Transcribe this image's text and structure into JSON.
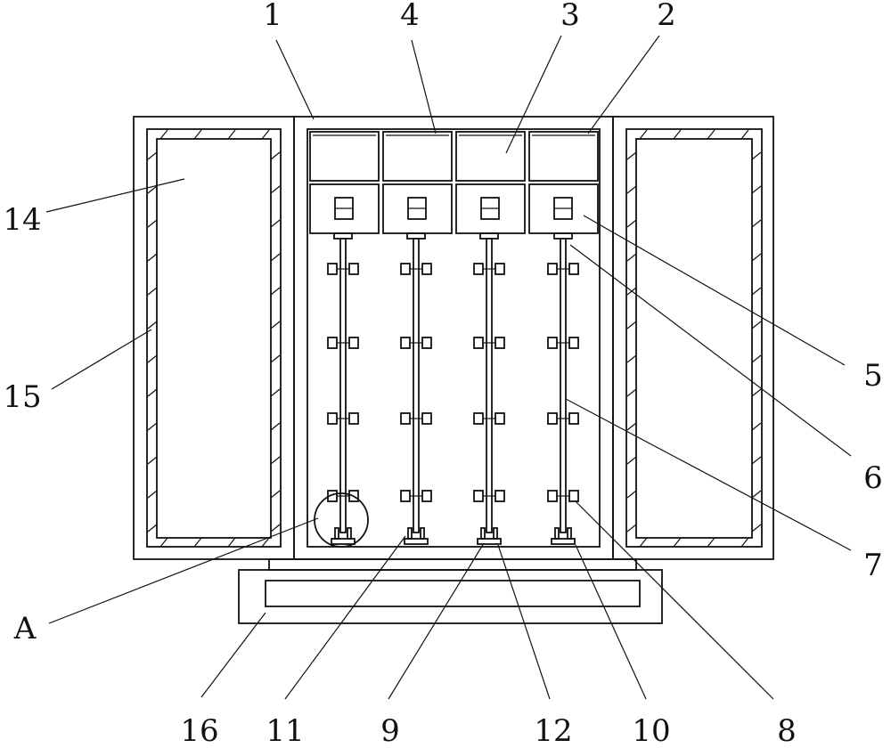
{
  "figure": {
    "labels": [
      {
        "id": "1",
        "text": "1"
      },
      {
        "id": "4",
        "text": "4"
      },
      {
        "id": "3",
        "text": "3"
      },
      {
        "id": "2",
        "text": "2"
      },
      {
        "id": "14",
        "text": "14"
      },
      {
        "id": "15",
        "text": "15"
      },
      {
        "id": "5",
        "text": "5"
      },
      {
        "id": "6",
        "text": "6"
      },
      {
        "id": "7",
        "text": "7"
      },
      {
        "id": "A",
        "text": "A"
      },
      {
        "id": "16",
        "text": "16"
      },
      {
        "id": "11",
        "text": "11"
      },
      {
        "id": "9",
        "text": "9"
      },
      {
        "id": "12",
        "text": "12"
      },
      {
        "id": "10",
        "text": "10"
      },
      {
        "id": "8",
        "text": "8"
      }
    ]
  }
}
